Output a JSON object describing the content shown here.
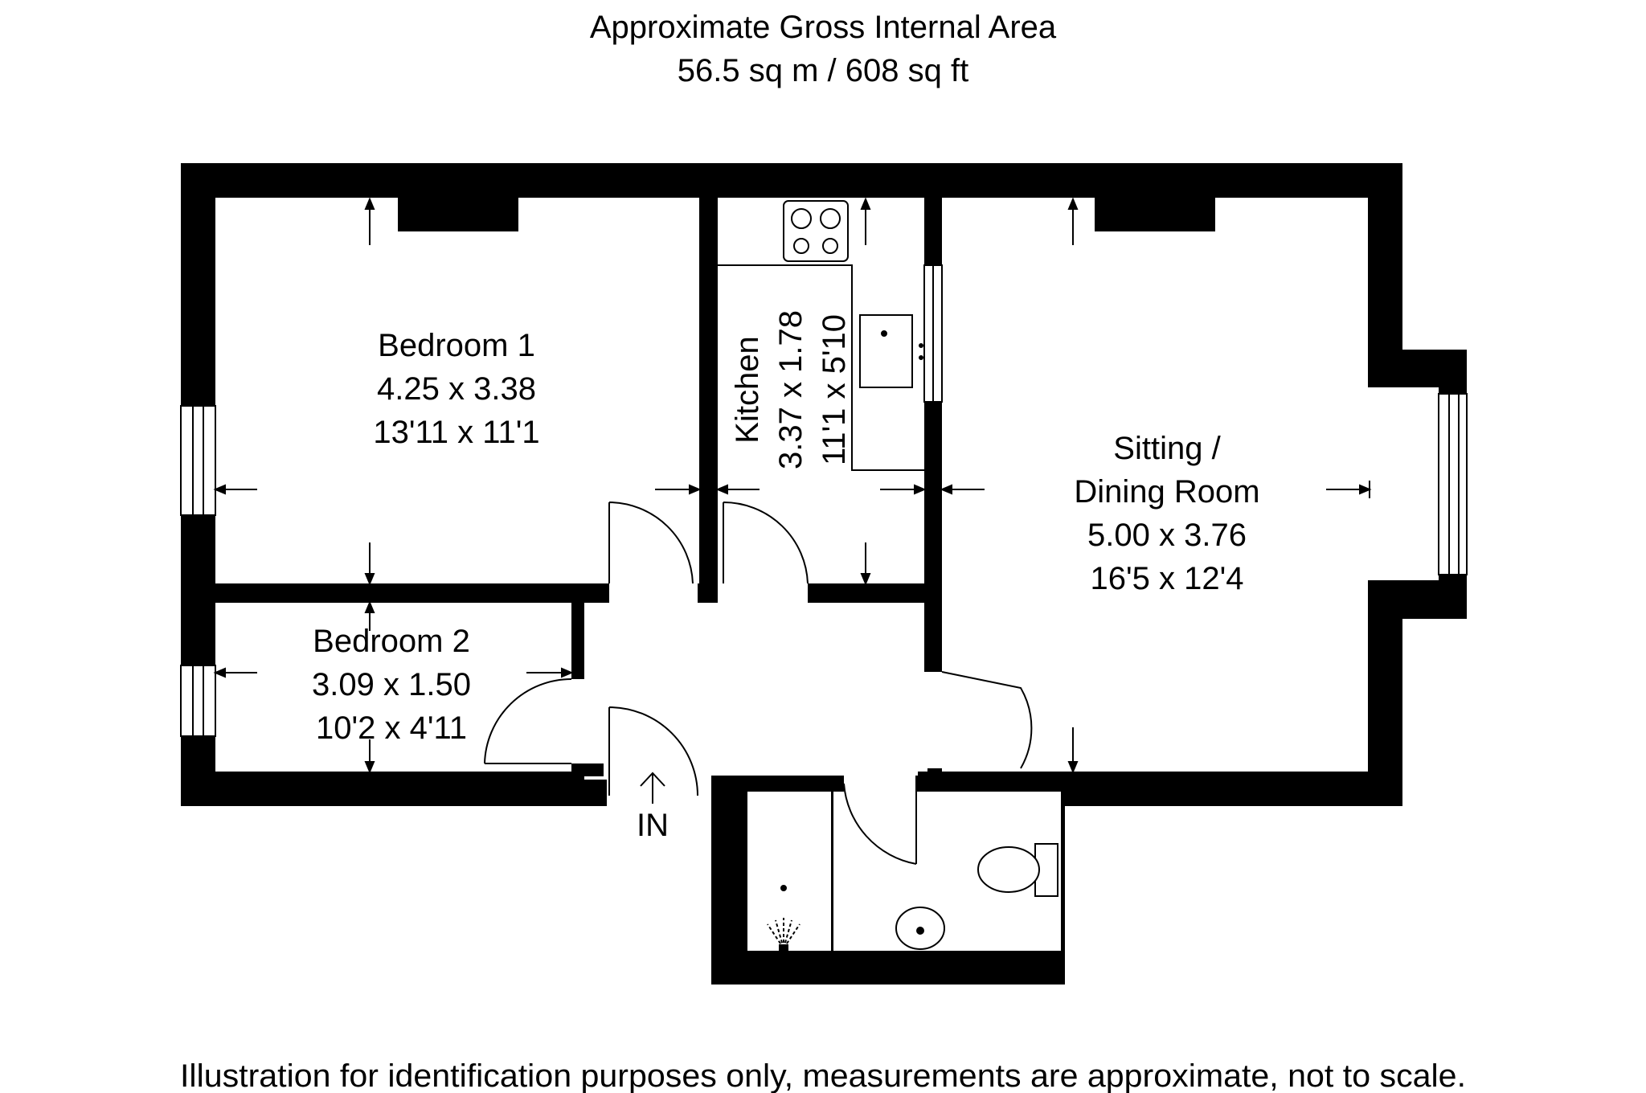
{
  "header": {
    "title": "Approximate Gross Internal Area",
    "area": "56.5 sq m / 608 sq ft"
  },
  "rooms": [
    {
      "name": "Bedroom 1",
      "metric": "4.25 x 3.38",
      "imperial": "13'11 x 11'1"
    },
    {
      "name": "Kitchen",
      "metric": "3.37 x 1.78",
      "imperial": "11'1 x 5'10"
    },
    {
      "name_line1": "Sitting /",
      "name_line2": "Dining Room",
      "metric": "5.00 x 3.76",
      "imperial": "16'5 x 12'4"
    },
    {
      "name": "Bedroom 2",
      "metric": "3.09 x 1.50",
      "imperial": "10'2 x 4'11"
    }
  ],
  "entrance": {
    "label": "IN"
  },
  "footer": {
    "disclaimer": "Illustration for identification purposes only, measurements are approximate, not to scale."
  },
  "icons": [
    "hob-icon",
    "sink-icon",
    "toilet-icon",
    "basin-icon",
    "shower-icon",
    "entrance-arrow-icon"
  ],
  "colors": {
    "wall": "#000000",
    "background": "#ffffff",
    "line": "#000000"
  }
}
